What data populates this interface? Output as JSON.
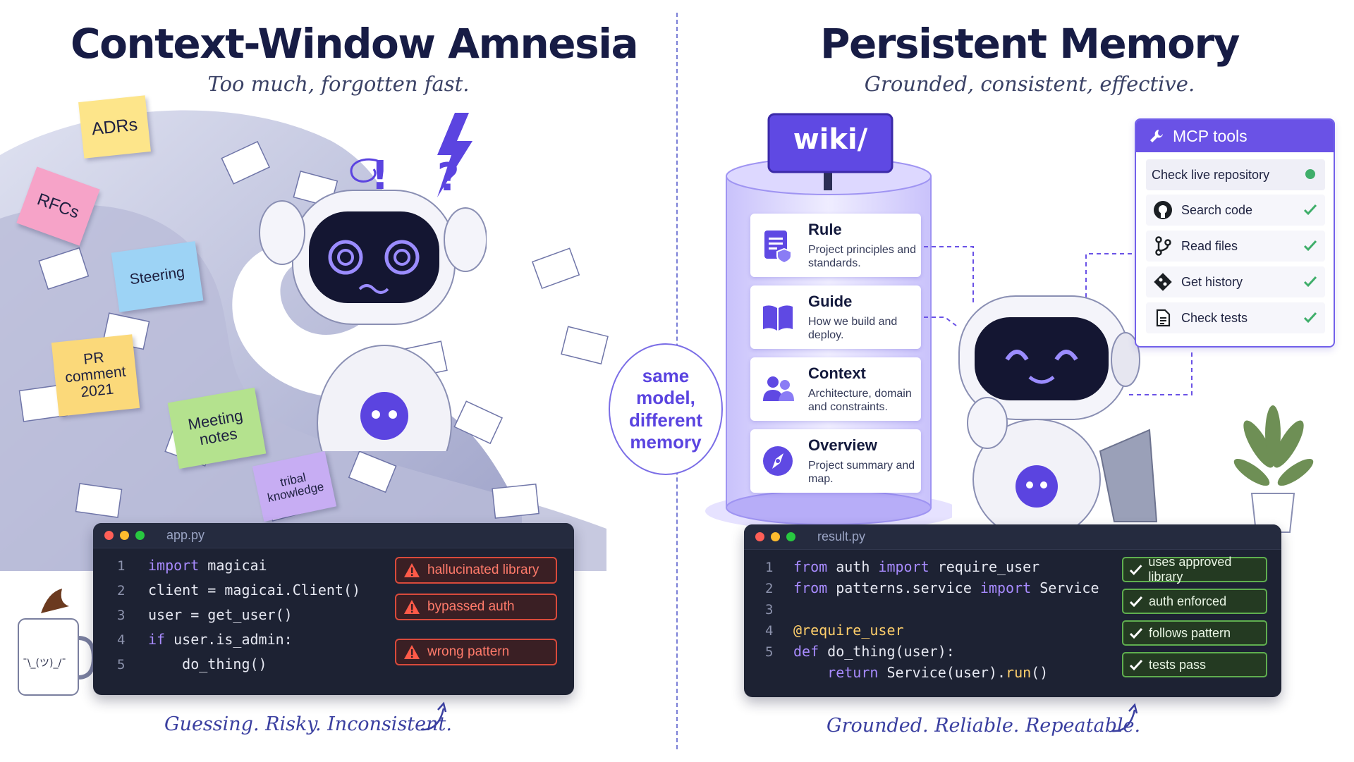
{
  "left": {
    "title": "Context-Window Amnesia",
    "subtitle": "Too much, forgotten fast.",
    "stickies": [
      "ADRs",
      "RFCs",
      "Steering",
      "PR comment 2021",
      "Meeting notes",
      "tribal knowledge"
    ],
    "code": {
      "filename": "app.py",
      "lines": [
        {
          "n": "1",
          "text": "import magicai"
        },
        {
          "n": "2",
          "text": "client = magicai.Client()"
        },
        {
          "n": "3",
          "text": "user = get_user()"
        },
        {
          "n": "4",
          "text": "if user.is_admin:"
        },
        {
          "n": "5",
          "text": "    do_thing()"
        }
      ],
      "warnings": [
        "hallucinated library",
        "bypassed auth",
        "wrong pattern"
      ]
    },
    "mug_text": "¯\\_(ツ)_/¯",
    "caption": "Guessing. Risky. Inconsistent."
  },
  "middle": {
    "badge_lines": [
      "same",
      "model,",
      "different",
      "memory"
    ]
  },
  "right": {
    "title": "Persistent Memory",
    "subtitle": "Grounded, consistent, effective.",
    "wiki": {
      "sign": "wiki/",
      "cards": [
        {
          "title": "Rule",
          "desc": "Project principles and standards.",
          "icon": "rule-document-icon"
        },
        {
          "title": "Guide",
          "desc": "How we build and deploy.",
          "icon": "open-book-icon"
        },
        {
          "title": "Context",
          "desc": "Architecture, domain and constraints.",
          "icon": "people-icon"
        },
        {
          "title": "Overview",
          "desc": "Project summary and map.",
          "icon": "compass-icon"
        }
      ]
    },
    "mcp": {
      "title": "MCP tools",
      "items": [
        {
          "label": "Check live repository",
          "status": "green-dot-icon"
        },
        {
          "label": "Search code",
          "icon": "github-icon",
          "status": "check-icon"
        },
        {
          "label": "Read files",
          "icon": "branch-icon",
          "status": "check-icon"
        },
        {
          "label": "Get history",
          "icon": "git-icon",
          "status": "check-icon"
        },
        {
          "label": "Check tests",
          "icon": "file-icon",
          "status": "check-icon"
        }
      ]
    },
    "code": {
      "filename": "result.py",
      "lines": [
        {
          "n": "1",
          "text": "from auth import require_user"
        },
        {
          "n": "2",
          "text": "from patterns.service import Service"
        },
        {
          "n": "3",
          "text": ""
        },
        {
          "n": "4",
          "text": "@require_user"
        },
        {
          "n": "5",
          "text": "def do_thing(user):"
        },
        {
          "n": "",
          "text": "    return Service(user).run()"
        }
      ],
      "checks": [
        "uses approved library",
        "auth enforced",
        "follows pattern",
        "tests pass"
      ]
    },
    "caption": "Grounded. Reliable. Repeatable."
  },
  "colors": {
    "accent": "#6a52e6",
    "navy": "#171c45",
    "code_bg": "#1d2233",
    "warn": "#d94a3b",
    "ok": "#5fae4f"
  }
}
